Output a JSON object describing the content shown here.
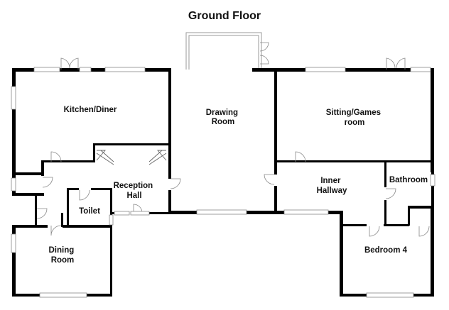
{
  "title": "Ground Floor",
  "rooms": {
    "kitchen_diner": [
      "Kitchen/Diner"
    ],
    "drawing_room": [
      "Drawing",
      "Room"
    ],
    "sitting_games_room": [
      "Sitting/Games",
      "room"
    ],
    "reception_hall": [
      "Reception",
      "Hall"
    ],
    "toilet": [
      "Toilet"
    ],
    "inner_hallway": [
      "Inner",
      "Hallway"
    ],
    "bathroom": [
      "Bathroom"
    ],
    "dining_room": [
      "Dining",
      "Room"
    ],
    "bedroom_4": [
      "Bedroom 4"
    ]
  }
}
